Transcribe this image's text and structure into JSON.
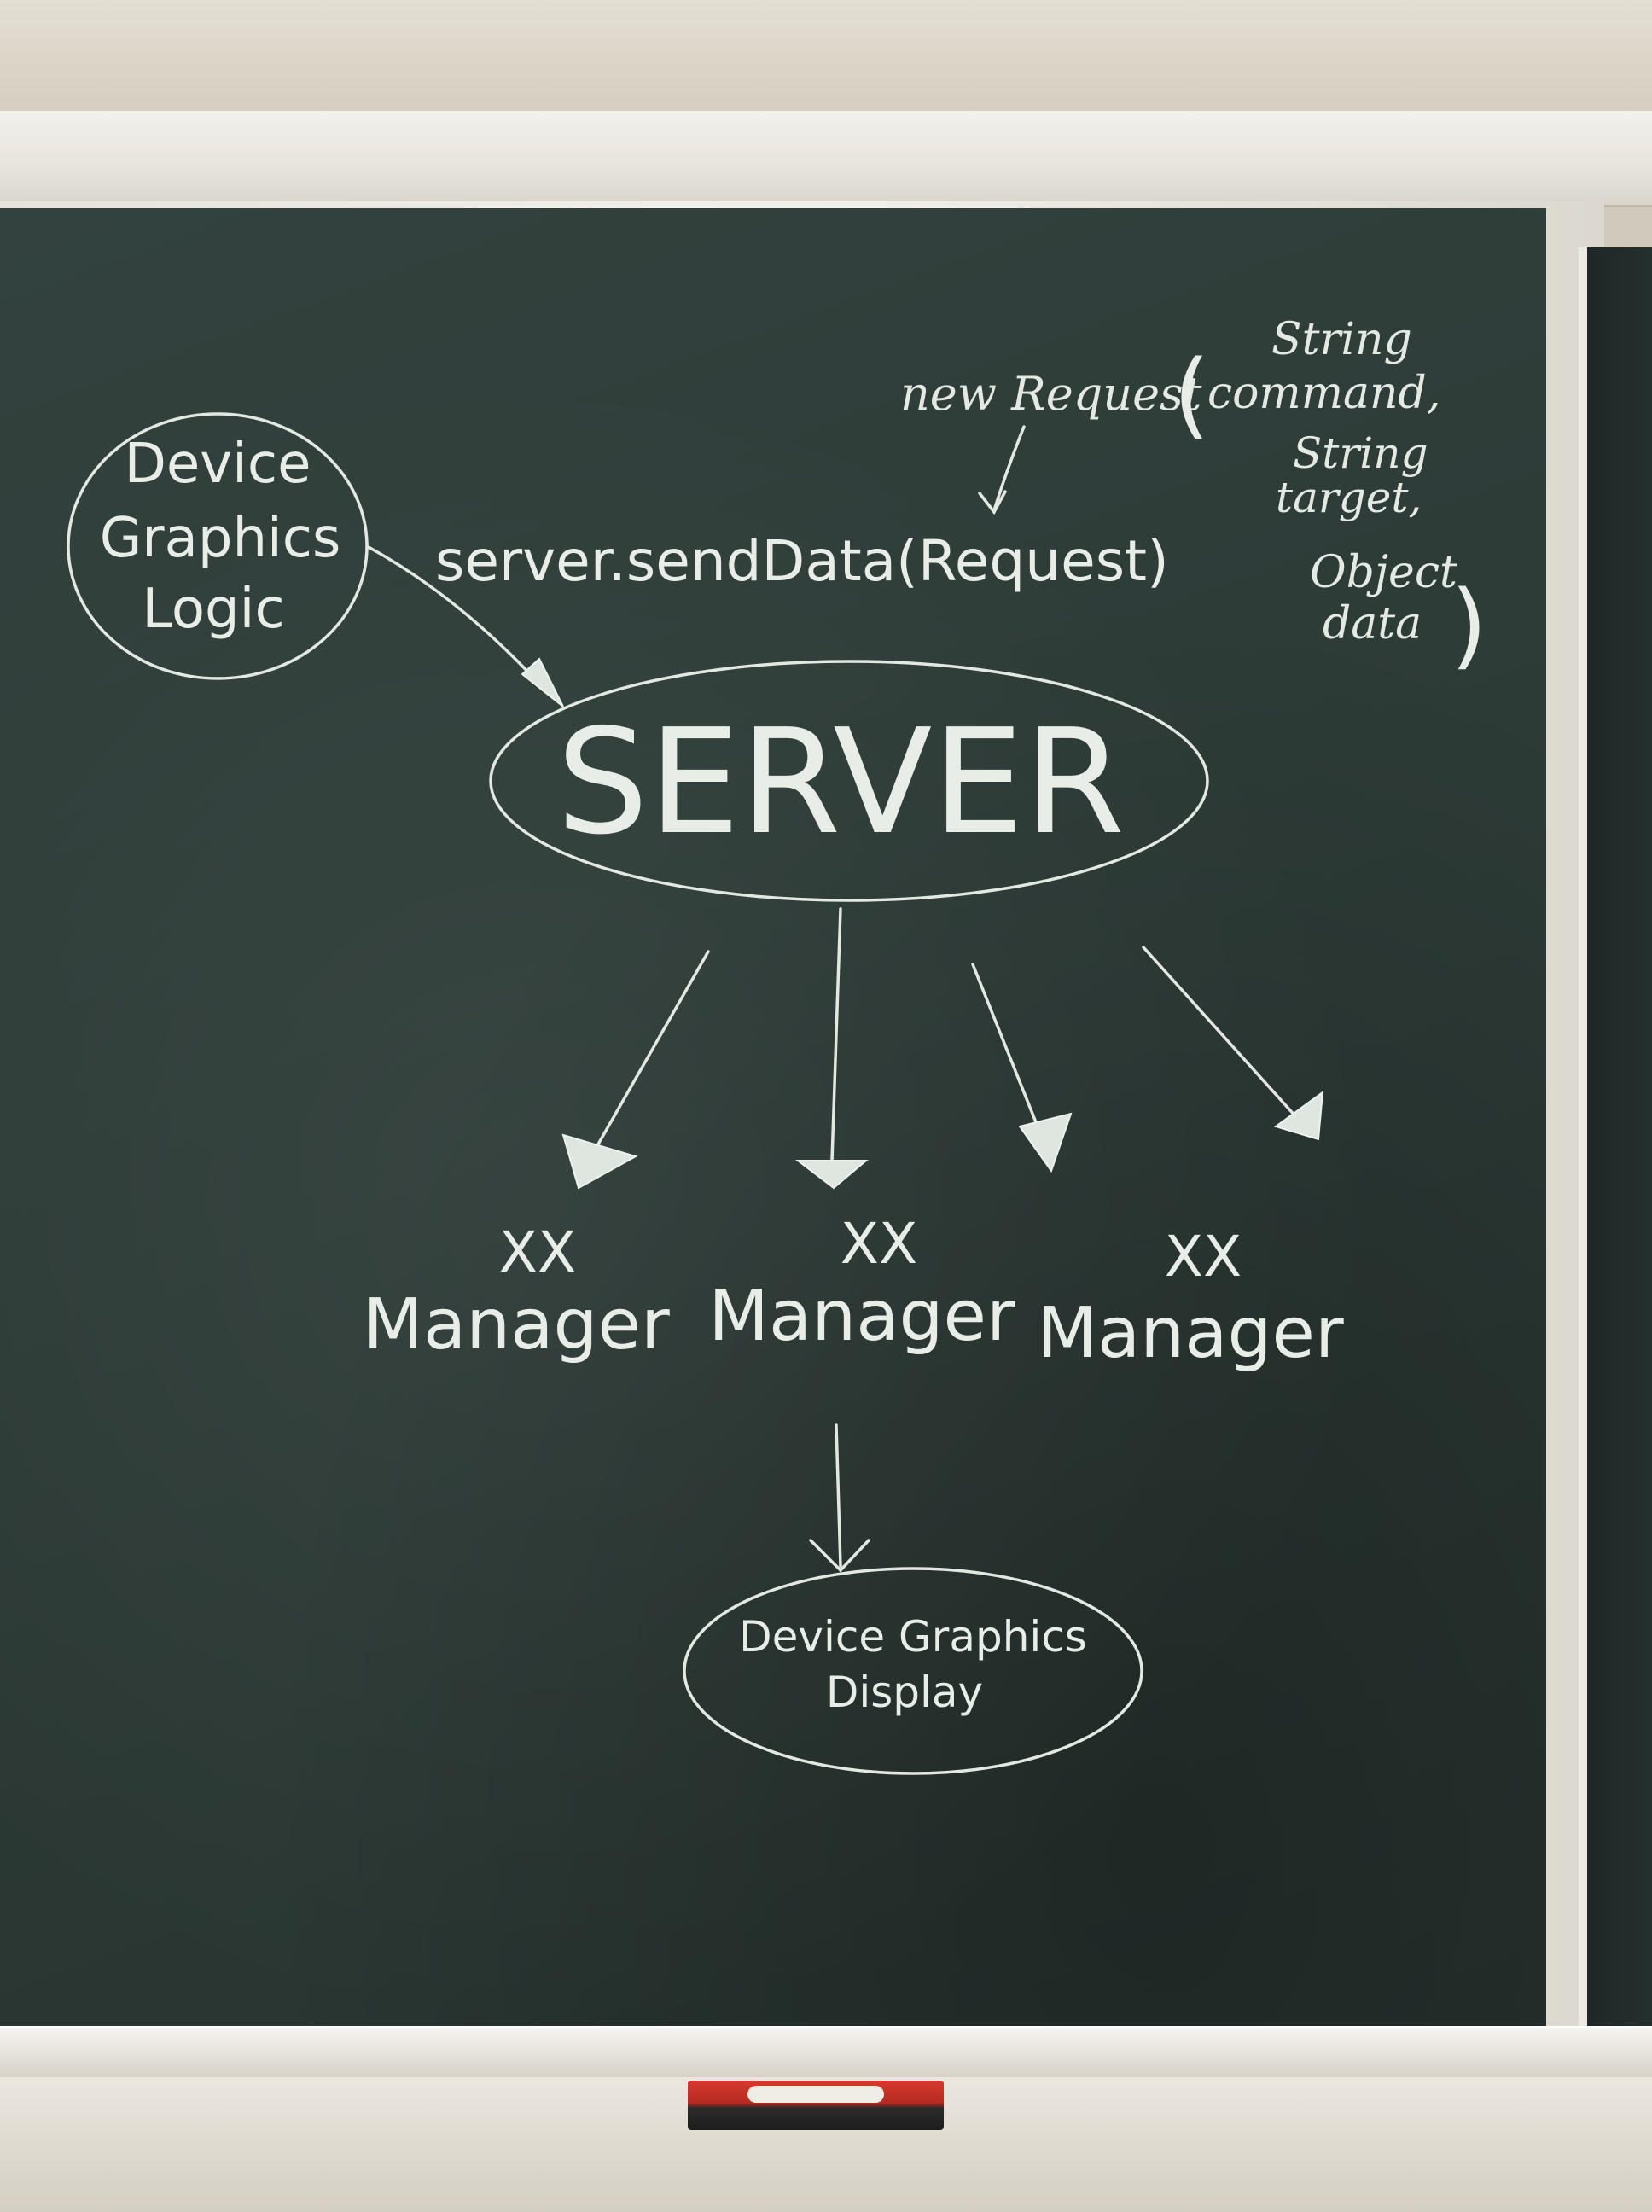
{
  "diagram": {
    "nodes": {
      "logic": {
        "lines": [
          "Device",
          "Graphics",
          "Logic"
        ]
      },
      "server": {
        "label": "SERVER"
      },
      "managers": [
        {
          "prefix": "XX",
          "label": "Manager"
        },
        {
          "prefix": "XX",
          "label": "Manager"
        },
        {
          "prefix": "XX",
          "label": "Manager"
        }
      ],
      "display": {
        "lines": [
          "Device Graphics",
          "Display"
        ]
      }
    },
    "annotations": {
      "send_call": "server.sendData(Request)",
      "new_request": "new Request",
      "params_open": "(",
      "params": [
        "String",
        "command,",
        "String",
        "target,",
        "Object",
        "data",
        ")"
      ]
    },
    "colors": {
      "chalk": "#e6ebe6",
      "board": "#2f3d39",
      "frame": "#ece9e2",
      "eraser": "#c8342a"
    }
  }
}
